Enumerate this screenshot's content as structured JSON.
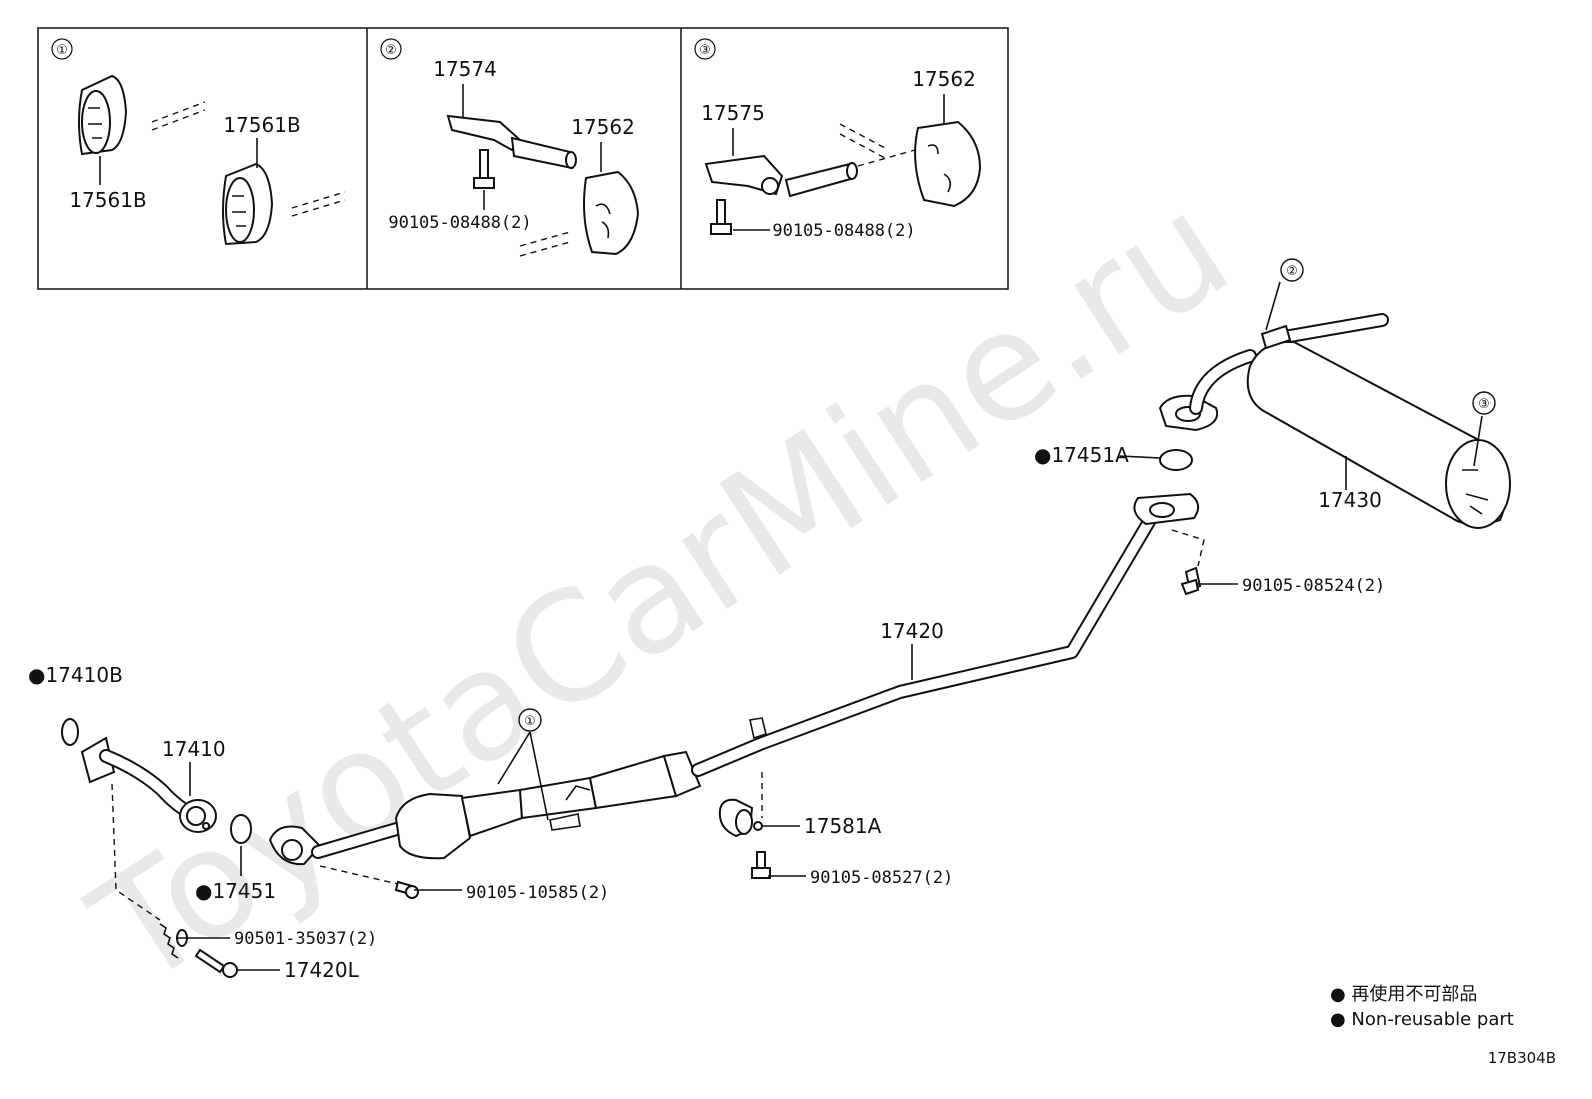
{
  "watermark": "ToyotaCarMine.ru",
  "detail_boxes": [
    {
      "index": "①",
      "parts": [
        "17561B",
        "17561B"
      ]
    },
    {
      "index": "②",
      "parts": [
        "17574",
        "17562",
        "90105-08488(2)"
      ]
    },
    {
      "index": "③",
      "parts": [
        "17575",
        "17562",
        "90105-08488(2)"
      ]
    }
  ],
  "callouts": {
    "c1": "①",
    "c2": "②",
    "c3": "③"
  },
  "parts": {
    "p17410B": "●17410B",
    "p17410": "17410",
    "p17451": "●17451",
    "p90501": "90501-35037(2)",
    "p17420L": "17420L",
    "p90105_10585": "90105-10585(2)",
    "p17581A": "17581A",
    "p90105_08527": "90105-08527(2)",
    "p17420": "17420",
    "p17451A": "●17451A",
    "p17430": "17430",
    "p90105_08524": "90105-08524(2)"
  },
  "legend": {
    "line1": "● 再使用不可部品",
    "line2": "● Non-reusable part"
  },
  "diagram_code": "17B304B"
}
